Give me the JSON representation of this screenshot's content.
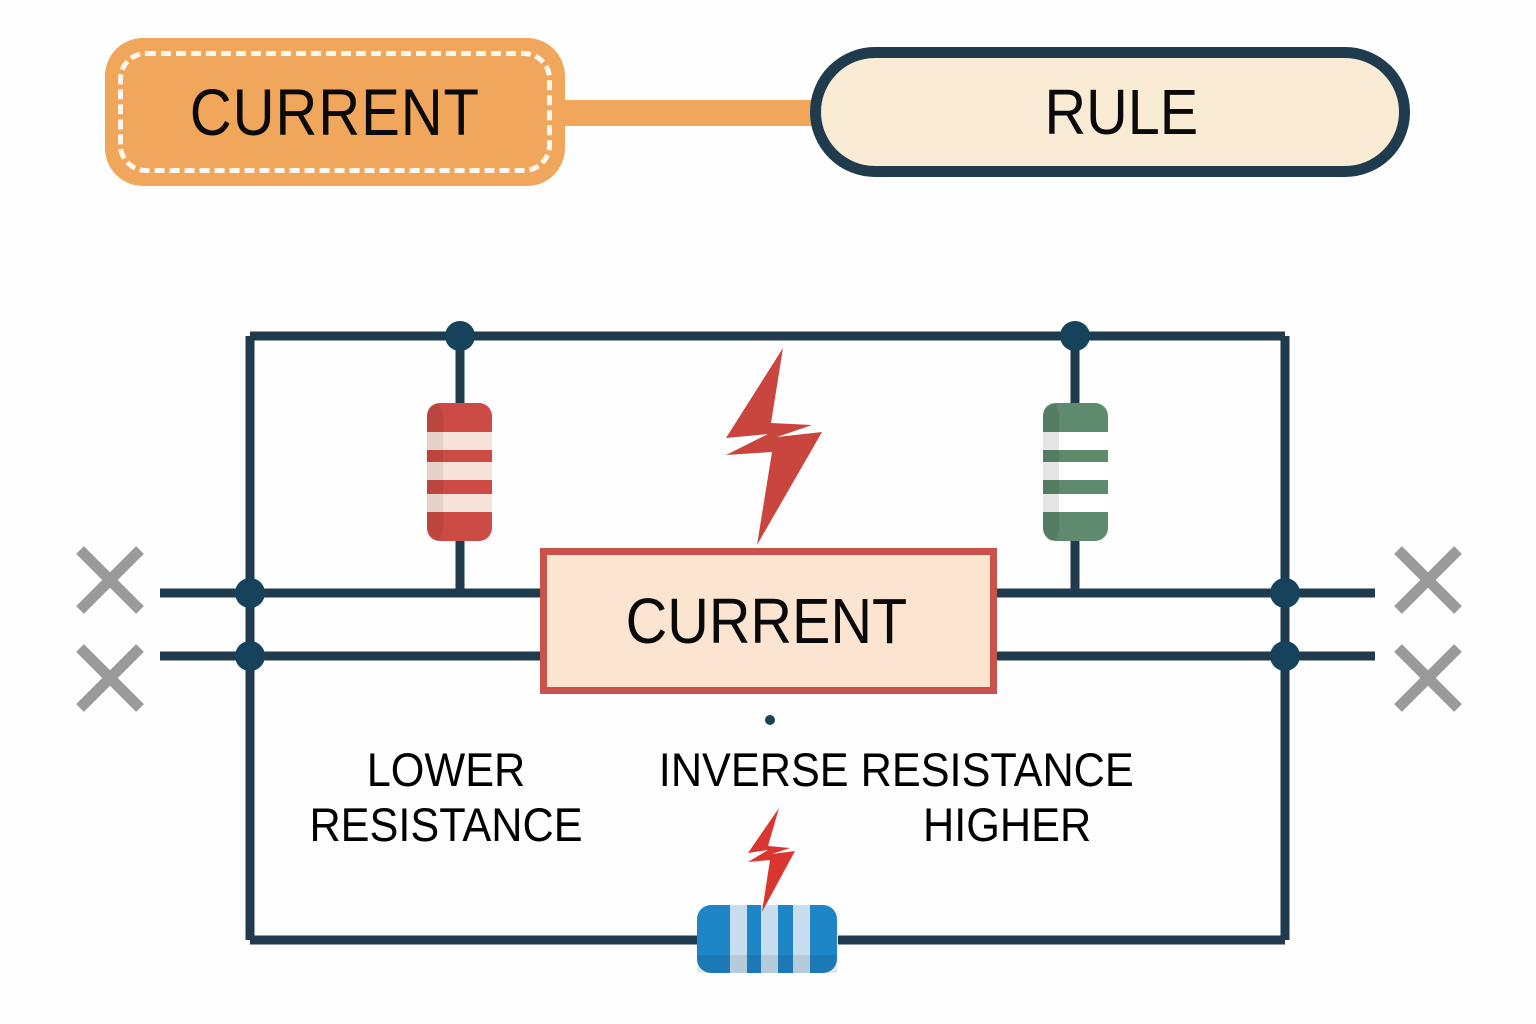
{
  "header": {
    "current_badge": {
      "label": "CURRENT",
      "fill": "#F0A75C",
      "dash_color": "#FDF6EC"
    },
    "connector": {
      "color": "#F0A75C"
    },
    "rule_badge": {
      "label": "RULE",
      "fill": "#FAEBD4",
      "border": "#1F3B4D"
    }
  },
  "circuit": {
    "wire_color": "#1F3B4D",
    "node_color": "#16425B",
    "x_mark_color": "#9A9A9A",
    "center_label": {
      "label": "CURRENT",
      "fill": "#FBE5D0",
      "border": "#C9524A"
    },
    "components": [
      {
        "name": "resistor-red",
        "orientation": "vertical",
        "body_color": "#CC4B44",
        "band_color": "#F6E2D8",
        "bands": 3
      },
      {
        "name": "resistor-green",
        "orientation": "vertical",
        "body_color": "#5E8B6E",
        "band_color": "#FFFFFF",
        "bands": 3
      },
      {
        "name": "resistor-blue",
        "orientation": "horizontal",
        "body_color": "#1E85C7",
        "band_color": "#C8DEF0",
        "bands": 3
      }
    ],
    "bolts": [
      {
        "name": "lightning-bolt-upper",
        "color": "#C9463E"
      },
      {
        "name": "lightning-bolt-lower",
        "color": "#D8362F"
      }
    ],
    "labels": {
      "left_line1": "LOWER",
      "left_line2": "RESISTANCE",
      "right_line1": "INVERSE RESISTANCE",
      "right_line2": "HIGHER"
    }
  }
}
